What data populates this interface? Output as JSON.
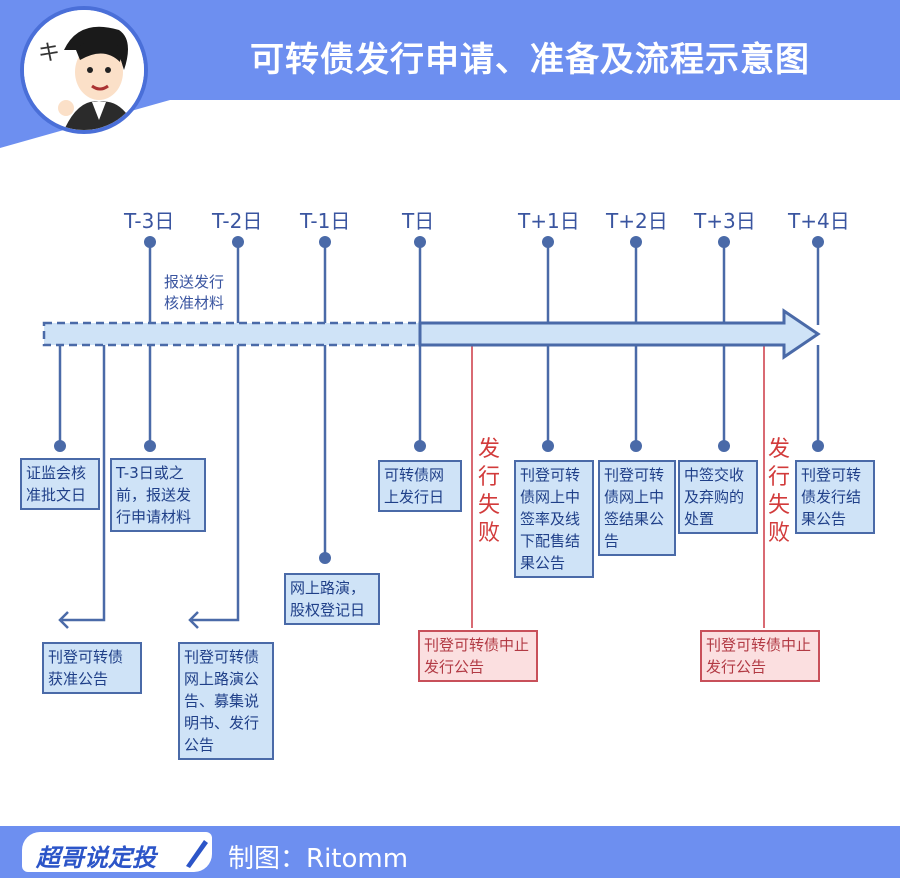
{
  "header": {
    "title": "可转债发行申请、准备及流程示意图"
  },
  "timeline": {
    "t_labels": [
      "T-3日",
      "T-2日",
      "T-1日",
      "T日",
      "T+1日",
      "T+2日",
      "T+3日",
      "T+4日"
    ],
    "upper_note": "报送发行核准材料",
    "upper_note_lines": [
      "报送发行",
      "核准材料"
    ]
  },
  "boxes": {
    "csrc": "证监会核准批文日",
    "t3": "T-3日或之前，报送发行申请材料",
    "roadshow": "网上路演，股权登记日",
    "t_day": "可转债网上发行日",
    "t1": "刊登可转债网上中签率及线下配售结果公告",
    "t2": "刊登可转债网上中签结果公告",
    "t3plus": "中签交收及弃购的处置",
    "t4": "刊登可转债发行结果公告",
    "approval": "刊登可转债获准公告",
    "prospectus": "刊登可转债网上路演公告、募集说明书、发行公告",
    "suspend_1": "刊登可转债中止发行公告",
    "suspend_2": "刊登可转债中止发行公告"
  },
  "fail_labels": [
    "发行失败",
    "发行失败"
  ],
  "footer": {
    "logo": "超哥说定投",
    "credit": "制图：Ritomm"
  },
  "colors": {
    "header": "#6d8ff0",
    "line": "#4a6aa8",
    "box_fill": "#cfe3f7",
    "red": "#d23b3b"
  }
}
